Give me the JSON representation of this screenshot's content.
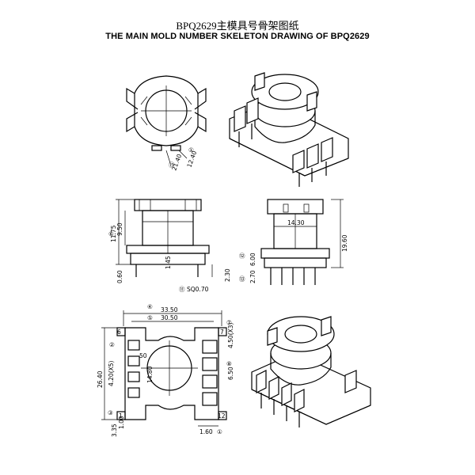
{
  "title_cn": "BPQ2629主模具号骨架图纸",
  "title_en": "THE MAIN MOLD NUMBER SKELETON DRAWING OF BPQ2629",
  "dims": {
    "top_a": "21.40",
    "top_b": "12.40",
    "top_a_num": "⑮",
    "top_b_num": "①",
    "h_11_75": "11.75",
    "h_9_50": "9.50",
    "num_6": "⑥",
    "w_1_45": "1.45",
    "h_0_60": "0.60",
    "h_2_30": "2.30",
    "sq_0_70": "SQ0.70",
    "num_11": "⑪",
    "w_14_30": "14.30",
    "h_19_60": "19.60",
    "h_6_00": "6.00",
    "h_2_70": "2.70",
    "num_12": "⑫",
    "num_13": "⑬",
    "w_33_50": "33.50",
    "w_30_50": "30.50",
    "num_4": "④",
    "num_5": "⑤",
    "h_26_40": "26.40",
    "h_4_20": "4.20(X5)",
    "num_2": "②",
    "w_14_80": "14.80",
    "h_50": "50",
    "h_1_00": "1.00",
    "h_3_35": "3.35",
    "num_3": "③",
    "w_4_50": "4.50(X3)",
    "h_6_50": "6.50",
    "num_7": "⑦",
    "num_8": "⑧",
    "w_1_60": "1.60",
    "num_1": "①",
    "pin_6": "6",
    "pin_7": "7",
    "pin_12": "12",
    "pin_1": "1"
  }
}
